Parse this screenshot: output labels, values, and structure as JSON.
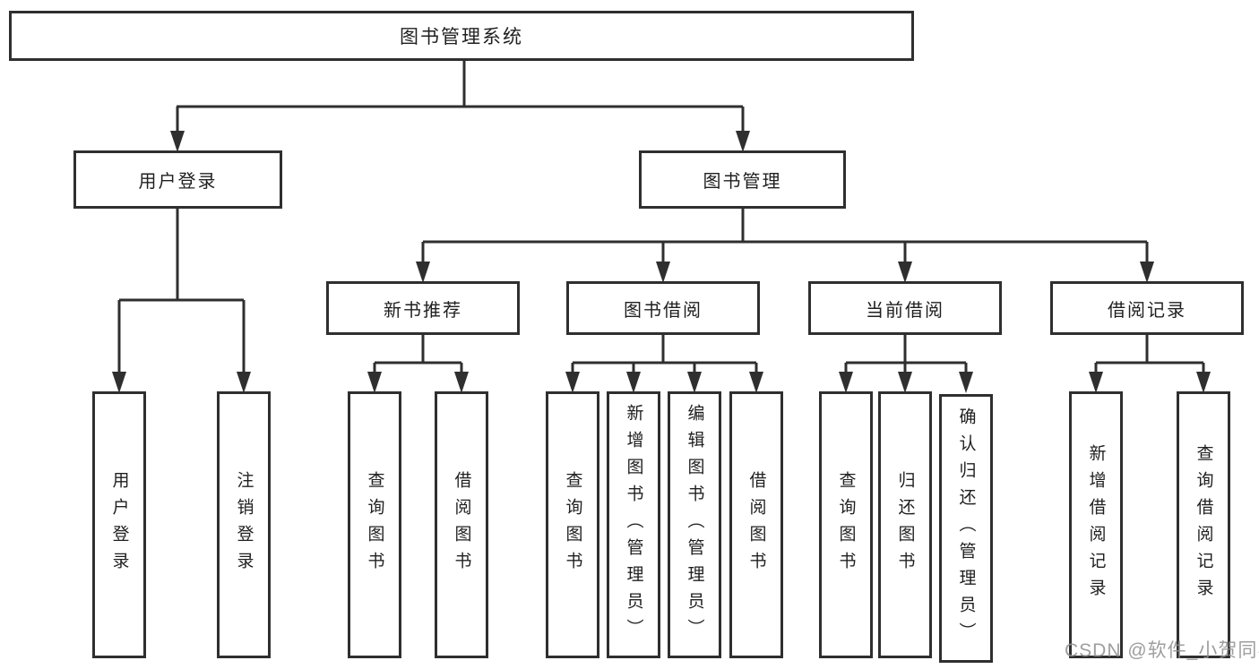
{
  "diagram": {
    "root": {
      "label": "图书管理系统"
    },
    "level2": [
      {
        "label": "用户登录"
      },
      {
        "label": "图书管理"
      }
    ],
    "level3": [
      {
        "label": "新书推荐"
      },
      {
        "label": "图书借阅"
      },
      {
        "label": "当前借阅"
      },
      {
        "label": "借阅记录"
      }
    ],
    "leaves": [
      {
        "label": "用户登录"
      },
      {
        "label": "注销登录"
      },
      {
        "label": "查询图书"
      },
      {
        "label": "借阅图书"
      },
      {
        "label": "查询图书"
      },
      {
        "label": "新增图书（管理员）"
      },
      {
        "label": "编辑图书（管理员）"
      },
      {
        "label": "借阅图书"
      },
      {
        "label": "查询图书"
      },
      {
        "label": "归还图书"
      },
      {
        "label": "确认归还（管理员）"
      },
      {
        "label": "新增借阅记录"
      },
      {
        "label": "查询借阅记录"
      }
    ]
  },
  "watermark": {
    "text": "CSDN @软件_小贺同学"
  },
  "colors": {
    "line": "#2f2f2f",
    "box_border": "#2f2f2f",
    "text": "#1f1f1f",
    "watermark": "#919191",
    "background": "#ffffff"
  }
}
